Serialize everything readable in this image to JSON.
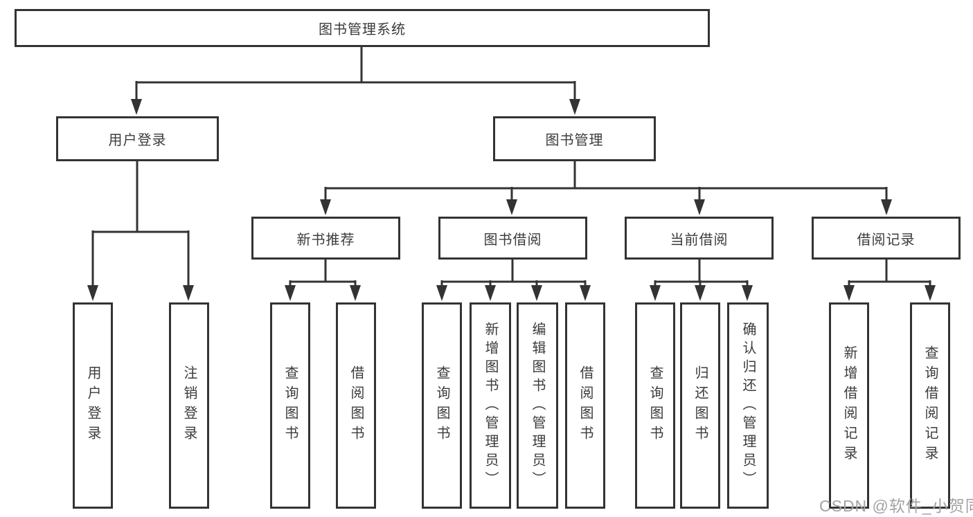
{
  "nodes": {
    "root": {
      "label": "图书管理系统"
    },
    "user_login": {
      "label": "用户登录"
    },
    "book_management": {
      "label": "图书管理"
    },
    "new_book_recommend": {
      "label": "新书推荐"
    },
    "book_borrowing": {
      "label": "图书借阅"
    },
    "current_borrowing": {
      "label": "当前借阅"
    },
    "borrowing_records": {
      "label": "借阅记录"
    },
    "leaf_user_login": {
      "label": "用户登录"
    },
    "leaf_logout": {
      "label": "注销登录"
    },
    "leaf_query_books_1": {
      "label": "查询图书"
    },
    "leaf_borrow_books_1": {
      "label": "借阅图书"
    },
    "leaf_query_books_2": {
      "label": "查询图书"
    },
    "leaf_add_book_admin": {
      "label": "新增图书（管理员）"
    },
    "leaf_edit_book_admin": {
      "label": "编辑图书（管理员）"
    },
    "leaf_borrow_books_2": {
      "label": "借阅图书"
    },
    "leaf_query_books_3": {
      "label": "查询图书"
    },
    "leaf_return_books": {
      "label": "归还图书"
    },
    "leaf_confirm_return_admin": {
      "label": "确认归还（管理员）"
    },
    "leaf_add_borrow_record": {
      "label": "新增借阅记录"
    },
    "leaf_query_borrow_record": {
      "label": "查询借阅记录"
    }
  },
  "watermark": "CSDN @软件_小贺同学",
  "colors": {
    "line": "#333333",
    "text": "#3b3b3b",
    "watermark": "#a3a3a3",
    "background": "#ffffff"
  }
}
